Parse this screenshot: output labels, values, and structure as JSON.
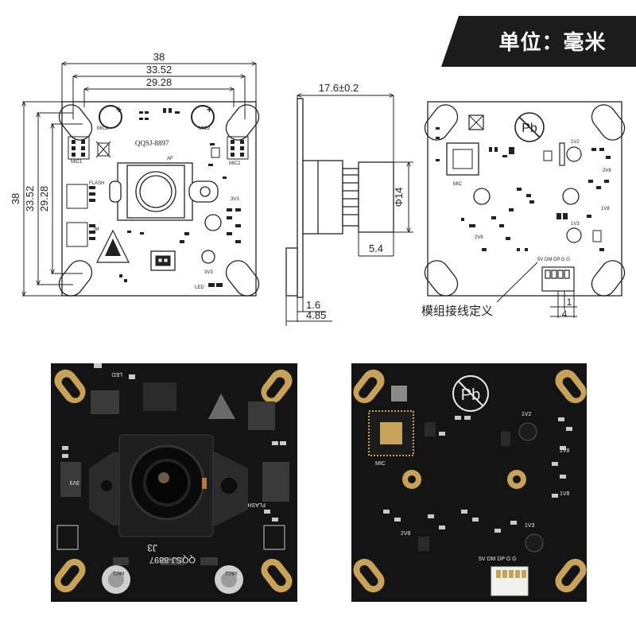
{
  "unit_banner": {
    "text": "单位：毫米"
  },
  "front_view": {
    "width_outer": "38",
    "width_mid": "33.52",
    "width_inner": "29.28",
    "height_outer": "38",
    "height_mid": "33.52",
    "height_inner": "29.28",
    "board_label": "QQSJ-8897",
    "silk": {
      "mic2_left": "MIC2",
      "mic2_right": "MIC2",
      "mic1": "MIC1",
      "mic2_side": "MIC2",
      "flash": "FLASH",
      "af": "AF",
      "v3v3_a": "3V3",
      "v3v3_b": "3V3",
      "led": "LED",
      "im": "IM",
      "plus_left": "+",
      "plus_right": "+"
    }
  },
  "side_view": {
    "total_height": "17.6±0.2",
    "lens_diameter": "Φ14",
    "lens_offset": "5.4",
    "board_thickness": "1.6",
    "overall_depth": "4.85"
  },
  "back_view": {
    "pb_symbol": "Pb",
    "silk": {
      "mic": "MIC",
      "v1v2": "1V2",
      "v2v8_a": "2V8",
      "v2v8_b": "2V8",
      "v1v8": "1V8",
      "v1v3": "1V3",
      "pins": "5V DM DP G G"
    },
    "connector_pitch": "1",
    "connector_width": "4",
    "connector_label": "模组接线定义"
  },
  "photo_front": {
    "board_label": "QQSJ-8897",
    "j3": "J3",
    "mic1": "MIC1",
    "mic2": "MIC2",
    "flash": "FLASH",
    "led": "LED",
    "v3v3": "3V3"
  },
  "photo_back": {
    "mic": "MIC",
    "v1v2": "1V2",
    "v2v8_a": "2V8",
    "v2v8_b": "2V8",
    "v1v8": "1V8",
    "v1v3": "1V3",
    "pins": "5V DM DP G G",
    "pb_symbol": "Pb"
  },
  "colors": {
    "banner_bg": "#1c1c1c",
    "board_black": "#141414",
    "pad_gold": "#c9a25a",
    "silk_white": "#e9e9e9",
    "line": "#222222"
  }
}
